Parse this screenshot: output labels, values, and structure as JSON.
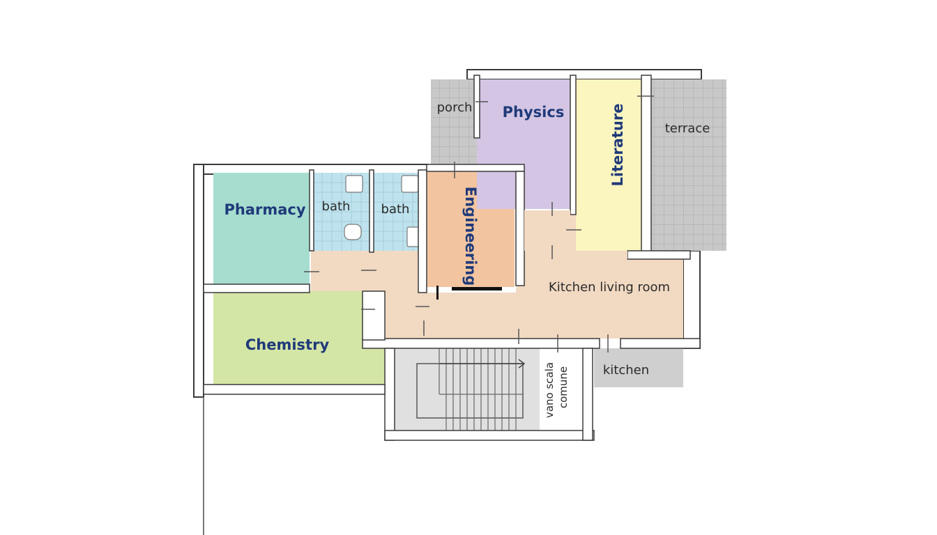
{
  "rooms": {
    "pharmacy": {
      "label": "Pharmacy",
      "color": "#a6ddcf"
    },
    "bath1": {
      "label": "bath",
      "color": "#bfe3ee"
    },
    "bath2": {
      "label": "bath",
      "color": "#bfe3ee"
    },
    "engineering": {
      "label": "Engineering",
      "color": "#f2c5a0"
    },
    "physics": {
      "label": "Physics",
      "color": "#d3c5e3"
    },
    "literature": {
      "label": "Literature",
      "color": "#fbf5bf"
    },
    "porch": {
      "label": "porch",
      "color": "#c9c9c9"
    },
    "terrace": {
      "label": "terrace",
      "color": "#c9c9c9"
    },
    "chemistry": {
      "label": "Chemistry",
      "color": "#d4e6a6"
    },
    "living": {
      "label": "Kitchen living room",
      "color": "#f1d9c2"
    },
    "kitchen": {
      "label": "kitchen",
      "color": "#cfcfcf"
    },
    "stair": {
      "label_line1": "vano scala",
      "label_line2": "comune",
      "color": "#e0e0e0"
    }
  }
}
